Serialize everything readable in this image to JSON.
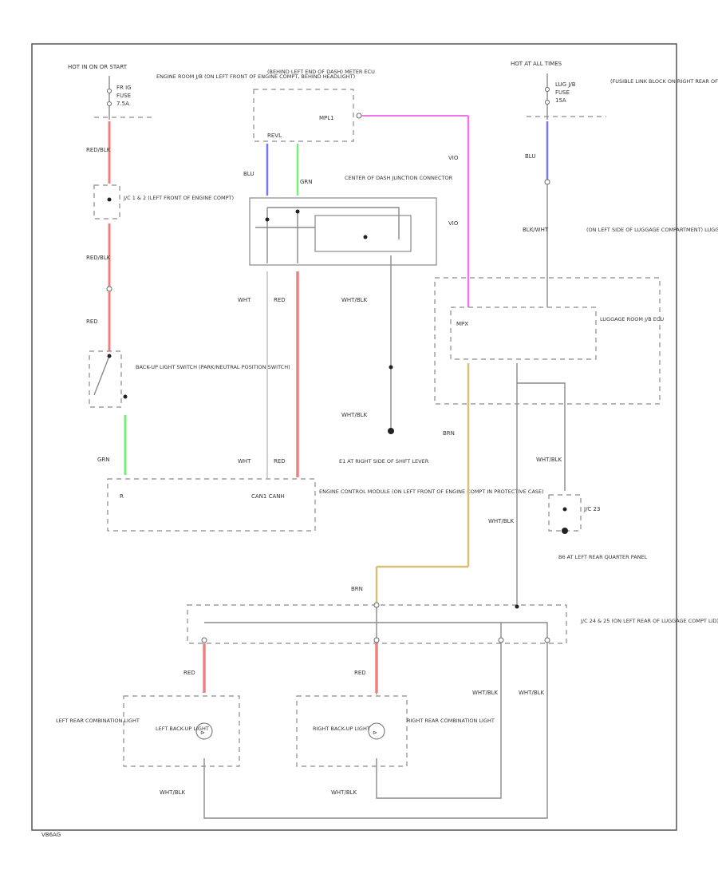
{
  "colors": {
    "red": "#f08080",
    "blue": "#7777ee",
    "green": "#77ee77",
    "violet": "#ee77ee",
    "brown": "#d8c078",
    "wire": "#8a8a8a"
  },
  "labels": {
    "hot_left": "HOT IN ON OR START",
    "fuse_ecu": "FR IG",
    "fuse_word": "FUSE",
    "fuse_amp": "7.5A",
    "engine_room": "ENGINE ROOM J/B (ON LEFT FRONT OF ENGINE COMPT, BEHIND HEADLIGHT)",
    "behind_left": "(BEHIND LEFT END OF DASH) METER ECU",
    "mpl": "MPL1",
    "rev": "REVL",
    "hot_right": "HOT AT ALL TIMES",
    "fuse_right": "LUG J/B",
    "fuse_right_amp": "15A",
    "fusible": "(FUSIBLE LINK BLOCK ON RIGHT REAR OF ENGINE COMPT)",
    "jc_left": "J/C 1 & 2 (LEFT FRONT OF ENGINE COMPT)",
    "center_dash": "CENTER OF DASH JUNCTION CONNECTOR",
    "luggage_side": "(ON LEFT SIDE OF LUGGAGE COMPARTMENT) LUGGAGE ROOM J/B",
    "luggage_ecu": "LUGGAGE ROOM J/B ECU",
    "mpx": "MPX",
    "backup_switch": "BACK-UP LIGHT SWITCH (PARK/NEUTRAL POSITION SWITCH)",
    "ground_shift": "E1 AT RIGHT SIDE OF SHIFT LEVER",
    "ecm": "ENGINE CONTROL MODULE (ON LEFT FRONT OF ENGINE COMPT IN PROTECTIVE CASE)",
    "can": "CAN1 CANH",
    "r": "R",
    "jc23": "J/C 23",
    "ground_quarter": "B6 AT LEFT REAR QUARTER PANEL",
    "jc_rear": "J/C 24 & 25 (ON LEFT REAR OF LUGGAGE COMPT LID)",
    "left_rear": "LEFT REAR COMBINATION LIGHT",
    "right_rear": "RIGHT REAR COMBINATION LIGHT",
    "left_backup": "LEFT BACK-UP LIGHT",
    "right_backup": "RIGHT BACK-UP LIGHT",
    "red_blk": "RED/BLK",
    "red": "RED",
    "grn": "GRN",
    "blu": "BLU",
    "vio": "VIO",
    "wht": "WHT",
    "brn": "BRN",
    "wht_blk": "WHT/BLK",
    "blk_wht": "BLK/WHT",
    "footer": "VB6AG"
  }
}
